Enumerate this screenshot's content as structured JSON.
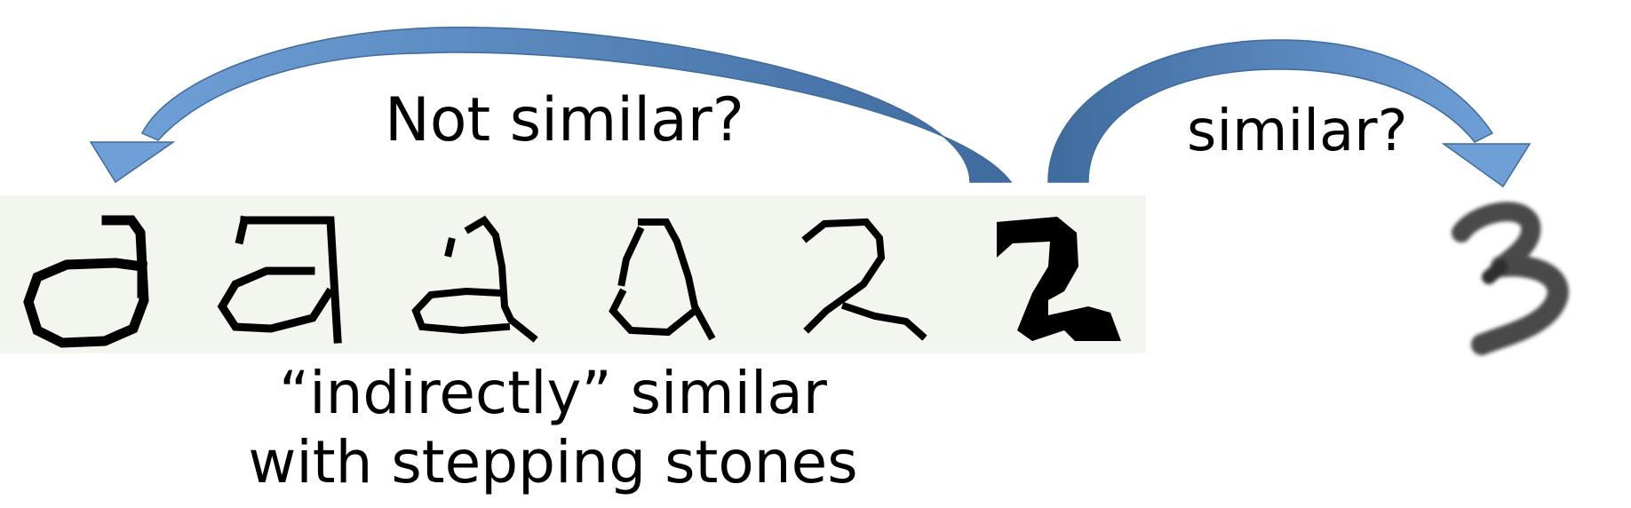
{
  "labels": {
    "not_similar": "Not similar?",
    "similar": "similar?",
    "caption_line1": "“indirectly” similar",
    "caption_line2": "with stepping stones"
  },
  "colors": {
    "arrow_fill": "#5b8fc9",
    "arrow_dark": "#3f6b9e",
    "strip_background": "#f3f5ef",
    "digit_ink": "#000000",
    "target_digit": "#4a4a4a"
  },
  "items": [
    {
      "name": "digit-a-rounded",
      "depicts": "handwritten a-shaped digit"
    },
    {
      "name": "digit-a-step-2",
      "depicts": "handwritten a-like digit"
    },
    {
      "name": "digit-a-step-3",
      "depicts": "handwritten a/2-like digit"
    },
    {
      "name": "digit-a-step-4",
      "depicts": "handwritten a/2-like digit"
    },
    {
      "name": "digit-two-thin",
      "depicts": "handwritten 2"
    },
    {
      "name": "digit-two-bold",
      "depicts": "bold handwritten 2"
    },
    {
      "name": "digit-three",
      "depicts": "blurred handwritten 3"
    }
  ]
}
